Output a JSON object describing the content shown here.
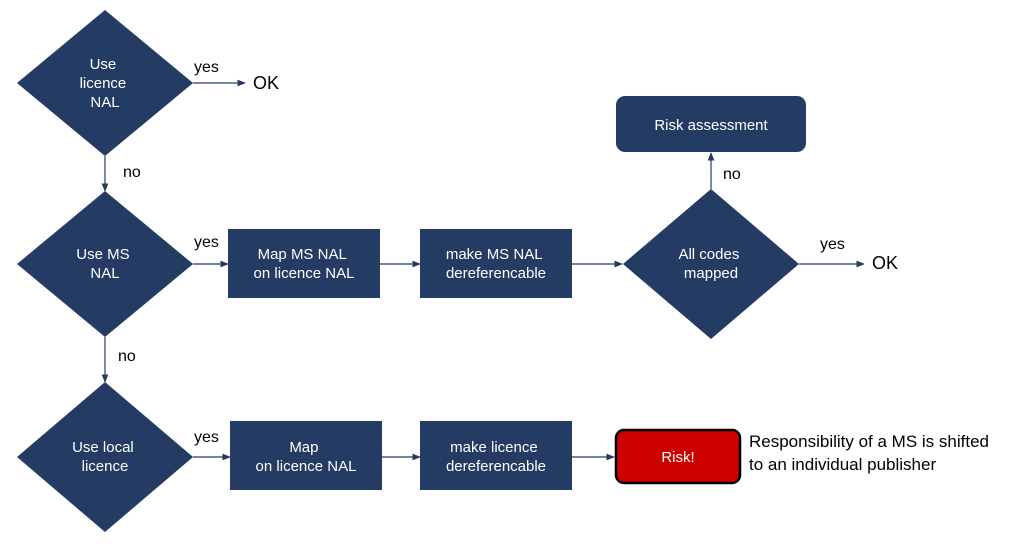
{
  "nodes": {
    "use_licence_nal": [
      "Use",
      "licence",
      "NAL"
    ],
    "use_ms_nal": [
      "Use MS",
      "NAL"
    ],
    "use_local_licence": [
      "Use local",
      "licence"
    ],
    "map_ms_nal": [
      "Map MS NAL",
      "on licence NAL"
    ],
    "make_ms_nal": [
      "make MS NAL",
      "dereferencable"
    ],
    "all_codes_mapped": [
      "All codes",
      "mapped"
    ],
    "risk_assessment": "Risk assessment",
    "map_local": [
      "Map",
      "on licence NAL"
    ],
    "make_licence": [
      "make licence",
      "dereferencable"
    ],
    "risk": "Risk!"
  },
  "edges": {
    "yes_1": "yes",
    "no_1": "no",
    "yes_2": "yes",
    "no_2": "no",
    "yes_3": "yes",
    "no_3": "no",
    "yes_4": "yes"
  },
  "outcomes": {
    "ok_1": "OK",
    "ok_2": "OK"
  },
  "note": [
    "Responsibility of a MS is shifted",
    "to an individual publisher"
  ],
  "colors": {
    "shape_fill": "#243b63",
    "risk_fill": "#cc0000",
    "risk_border": "#000000"
  }
}
